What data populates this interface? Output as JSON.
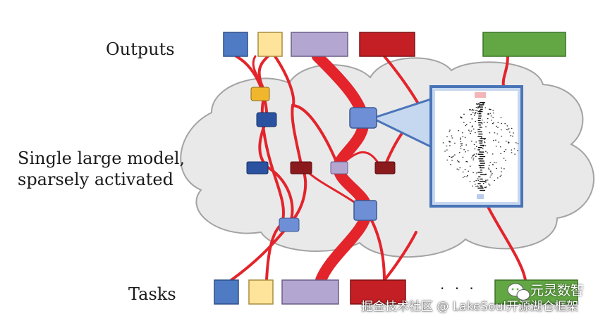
{
  "labels": {
    "outputs": "Outputs",
    "model_line1": "Single large model,",
    "model_line2": "sparsely activated",
    "tasks": "Tasks",
    "ellipsis": "· · ·"
  },
  "overlay": {
    "watermark": "掘金技术社区 @ LakeSoul开源湖仓框架",
    "logo_text": "元灵数智",
    "logo_icon": "chat-bubble-icon"
  },
  "colors": {
    "blue": "#4f7bc4",
    "yellow": "#fde49a",
    "lavender": "#b3a6d1",
    "red": "#c41f24",
    "green": "#62a744",
    "route": "#e3242b",
    "cloud": "#e9e9ea",
    "cloud_stroke": "#a3a3a3",
    "zoom_border": "#4a74b8",
    "zoom_fill": "#c6d8ef"
  }
}
